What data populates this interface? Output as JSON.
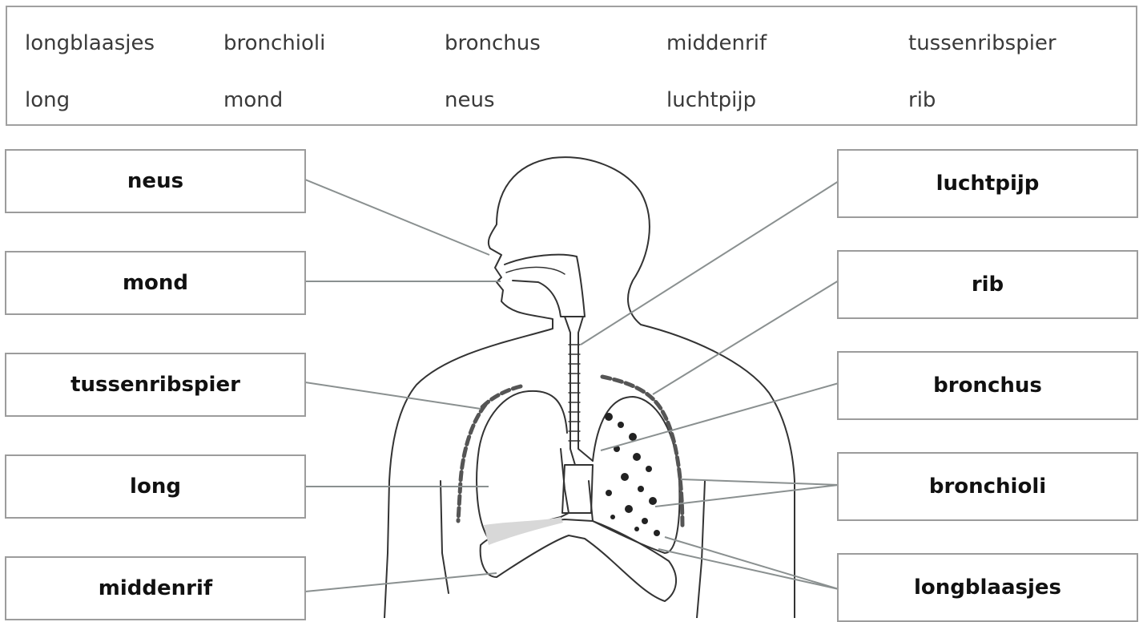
{
  "word_bank": {
    "row1": [
      "longblaasjes",
      "bronchioli",
      "bronchus",
      "middenrif",
      "tussenribspier"
    ],
    "row2": [
      "long",
      "mond",
      "neus",
      "luchtpijp",
      "rib"
    ]
  },
  "labels": {
    "left": [
      "neus",
      "mond",
      "tussenribspier",
      "long",
      "middenrif"
    ],
    "right": [
      "luchtpijp",
      "rib",
      "bronchus",
      "bronchioli",
      "longblaasjes"
    ]
  },
  "colors": {
    "border": "#9c9c9c",
    "leader_line": "#8a9090",
    "drawing": "#333333",
    "shading": "#d8d8d8"
  }
}
